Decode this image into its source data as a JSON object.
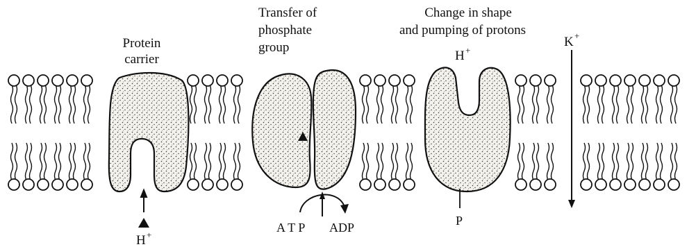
{
  "labels": {
    "protein_carrier_line1": "Protein",
    "protein_carrier_line2": "carrier",
    "transfer_line1": "Transfer of",
    "transfer_line2": "phosphate",
    "transfer_line3": "group",
    "change_line1": "Change in shape",
    "change_line2": "and pumping of protons",
    "h_plus_bottom": "H",
    "h_plus_top": "H",
    "plus": "+",
    "k_plus": "K",
    "atp": "A T P",
    "adp": "ADP",
    "p": "P"
  },
  "colors": {
    "ink": "#111111",
    "protein_fill": "#e9e6de",
    "stipple": "#333333"
  }
}
